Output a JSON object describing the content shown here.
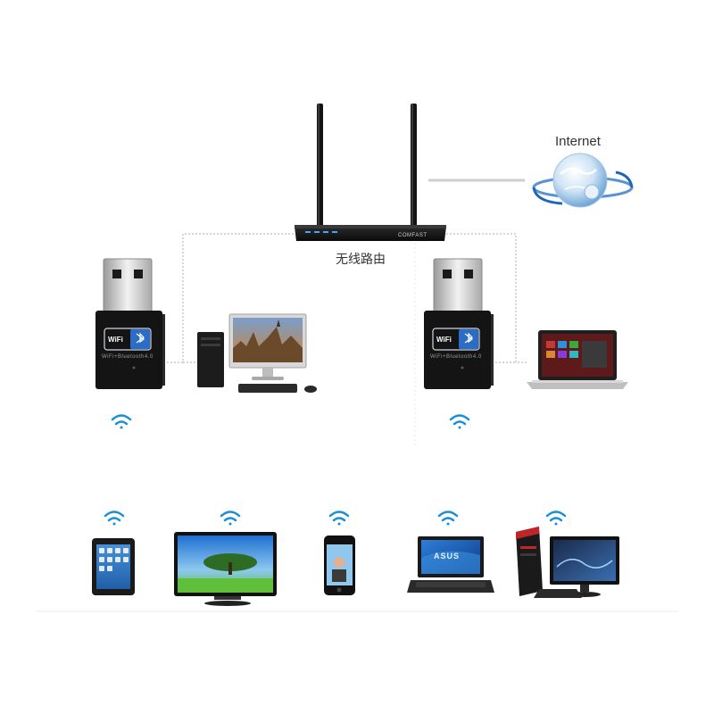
{
  "labels": {
    "internet": "Internet",
    "router": "无线路由",
    "router_brand": "COMFAST",
    "dongle_spec": "WiFi+Bluetooth4.0",
    "dongle_badge": "WiFi",
    "laptop_brand": "ASUS"
  },
  "icons": {
    "globe": "internet-globe-icon",
    "wifi": "wifi-signal-icon",
    "bluetooth": "bluetooth-icon"
  },
  "colors": {
    "wifi_blue": "#1a8fd8",
    "connector_line": "#c8c8c8",
    "device_black": "#141414"
  }
}
